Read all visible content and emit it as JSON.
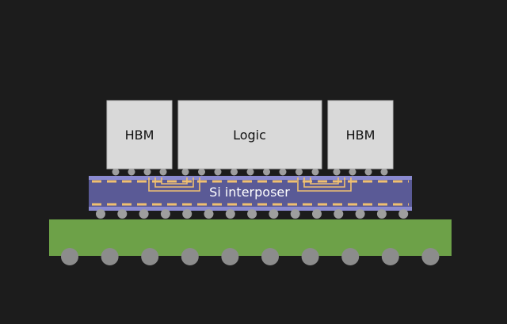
{
  "diagram": {
    "chips": [
      {
        "id": "hbm-left",
        "label": "HBM"
      },
      {
        "id": "logic",
        "label": "Logic"
      },
      {
        "id": "hbm-right",
        "label": "HBM"
      }
    ],
    "interposer": {
      "label": "Si interposer"
    },
    "colors": {
      "background": "#1c1c1c",
      "chip_fill": "#d9d9d9",
      "chip_stroke": "#bdbdbd",
      "bump": "#9e9e9e",
      "interposer_fill": "#5a5a96",
      "interposer_edge": "#8a8ad0",
      "wiring": "#f0c070",
      "substrate": "#6da148",
      "solder_ball": "#8c8c8c"
    }
  }
}
